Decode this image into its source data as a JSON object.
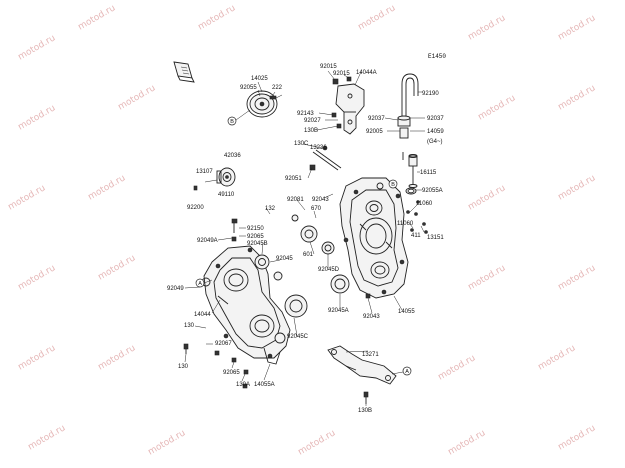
{
  "diagram": {
    "code": "E1450",
    "watermark": "motod.ru",
    "reference_letters": [
      "A",
      "B"
    ],
    "part_numbers": [
      "14025",
      "92055",
      "222",
      "92015",
      "92015",
      "14044A",
      "92190",
      "92143",
      "92027",
      "130B",
      "92037",
      "92037",
      "92005",
      "14059",
      "(G4~)",
      "42036",
      "13107",
      "49110",
      "92200",
      "130C",
      "13236",
      "92051",
      "16115",
      "92055A",
      "92043",
      "132",
      "92081",
      "670",
      "11060",
      "11060",
      "411",
      "13151",
      "92150",
      "92065",
      "92049A",
      "92045B",
      "92045",
      "601",
      "92045D",
      "92049",
      "14044",
      "130",
      "92067",
      "130",
      "92065",
      "130A",
      "14055A",
      "92045C",
      "92045A",
      "92043",
      "14055",
      "13271",
      "130B"
    ]
  }
}
